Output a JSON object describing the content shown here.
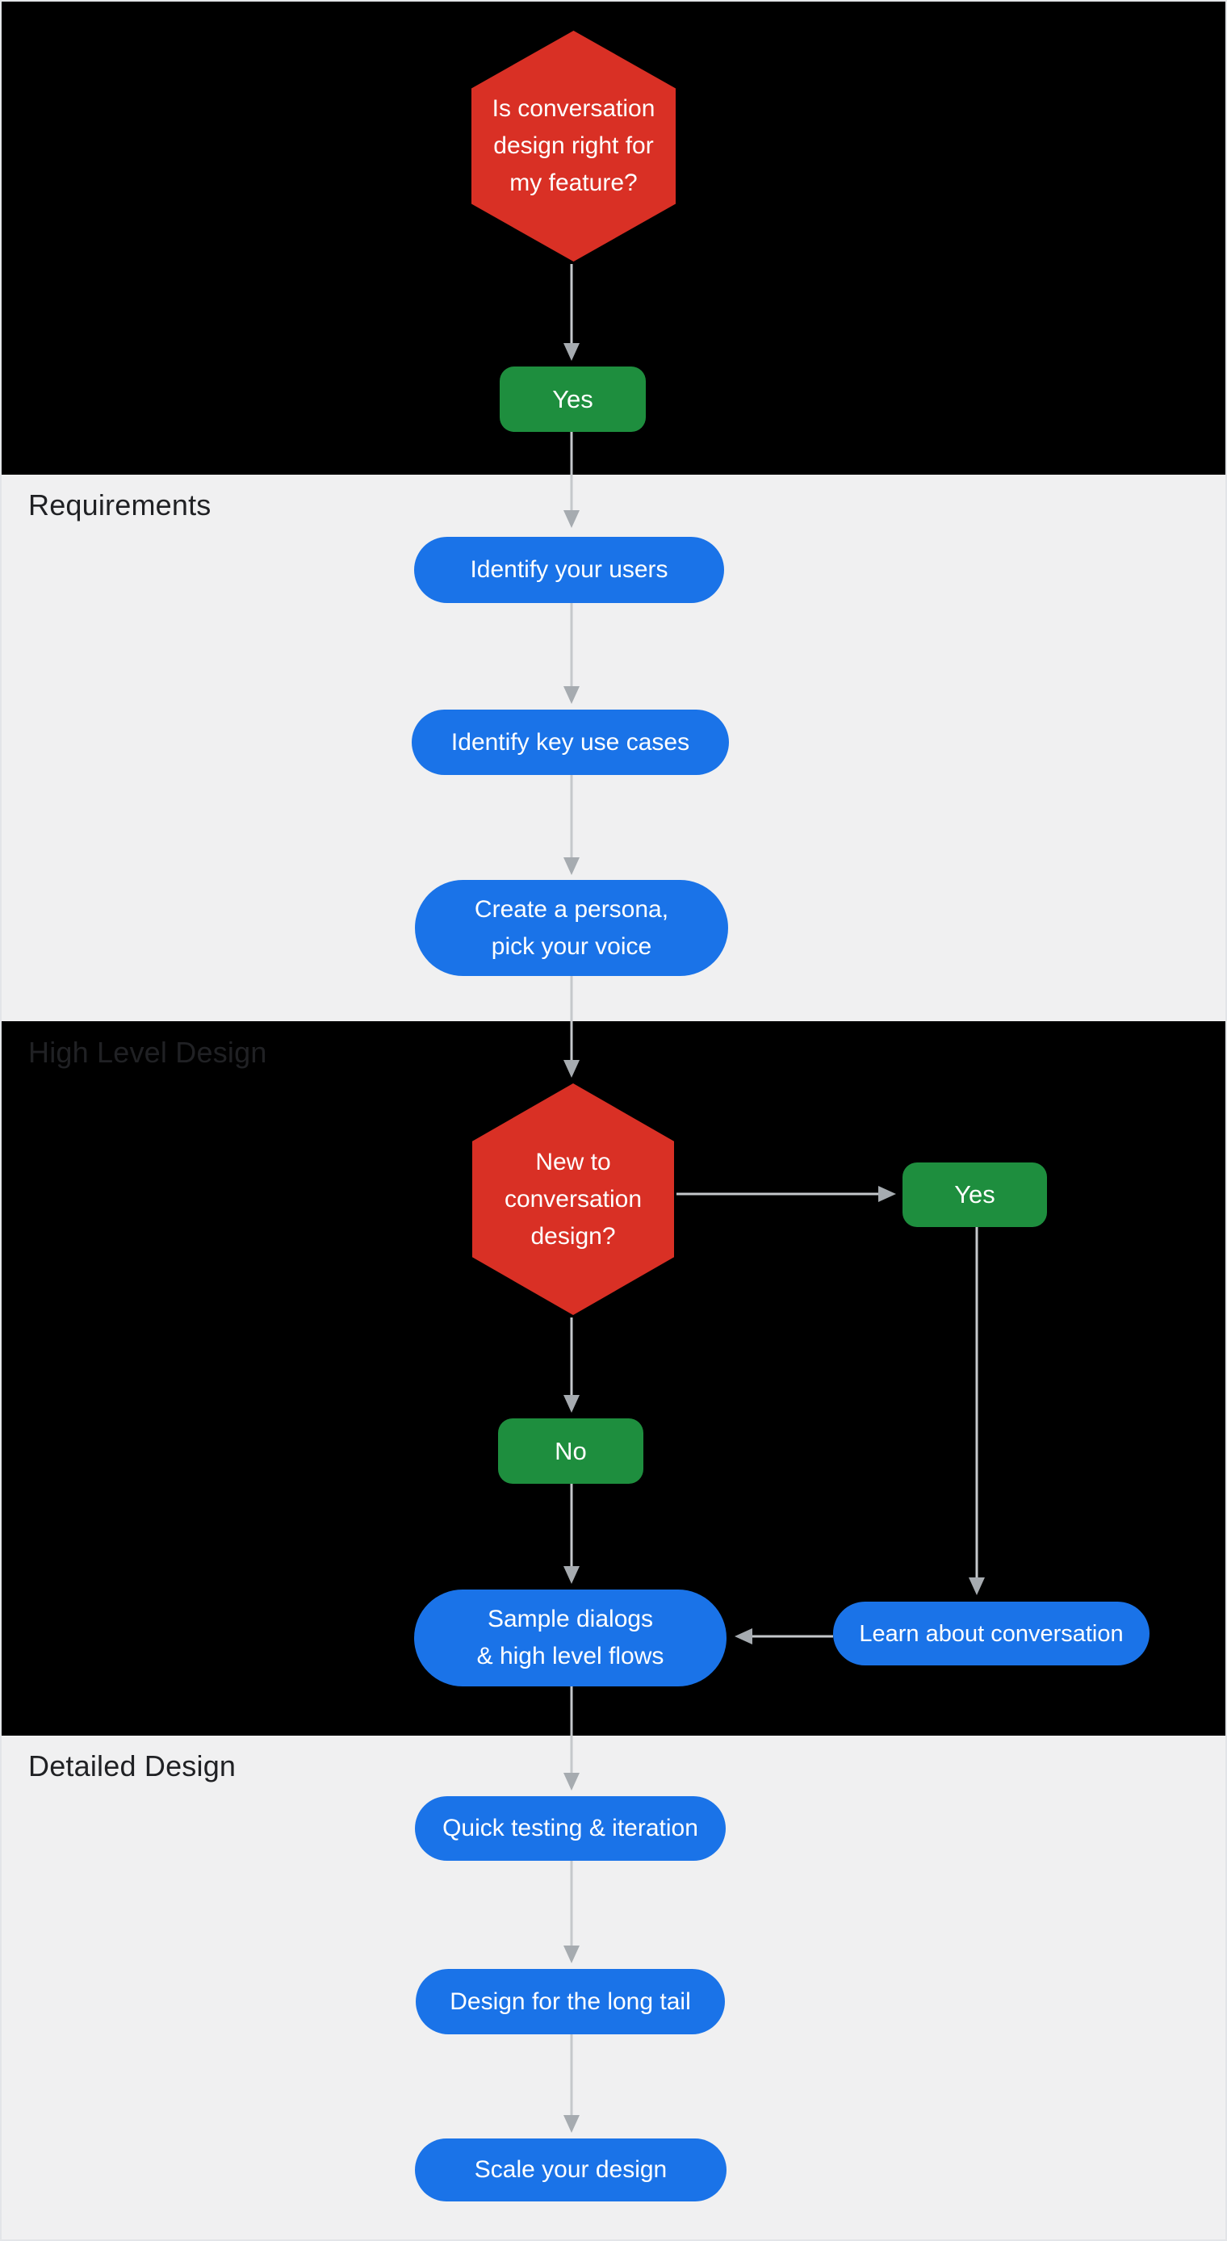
{
  "colors": {
    "decision_red": "#d93025",
    "answer_green": "#1e8e3e",
    "step_blue": "#1a73e8",
    "section_dark": "#000000",
    "section_light": "#f0f0f1",
    "section_label": "#202124",
    "arrow_line": "#c5c8cb",
    "arrow_head": "#a6abb0",
    "node_text": "#ffffff"
  },
  "sections": [
    {
      "id": "intro",
      "label": "",
      "theme": "dark"
    },
    {
      "id": "requirements",
      "label": "Requirements",
      "theme": "light"
    },
    {
      "id": "high_level_design",
      "label": "High Level Design",
      "theme": "dark"
    },
    {
      "id": "detailed_design",
      "label": "Detailed Design",
      "theme": "light"
    }
  ],
  "nodes": {
    "q1": {
      "type": "decision",
      "lines": [
        "Is conversation",
        "design right for",
        "my feature?"
      ]
    },
    "yes1": {
      "type": "answer",
      "label": "Yes"
    },
    "identify_users": {
      "type": "step",
      "label": "Identify your users"
    },
    "key_use_cases": {
      "type": "step",
      "label": "Identify key use cases"
    },
    "persona": {
      "type": "step",
      "lines": [
        "Create a persona,",
        "pick your voice"
      ]
    },
    "q2": {
      "type": "decision",
      "lines": [
        "New to",
        "conversation",
        "design?"
      ]
    },
    "yes2": {
      "type": "answer",
      "label": "Yes"
    },
    "no1": {
      "type": "answer",
      "label": "No"
    },
    "sample_dialogs": {
      "type": "step",
      "lines": [
        "Sample dialogs",
        "& high level flows"
      ]
    },
    "learn": {
      "type": "step",
      "label": "Learn about conversation"
    },
    "quick_testing": {
      "type": "step",
      "label": "Quick testing & iteration"
    },
    "long_tail": {
      "type": "step",
      "label": "Design for the long tail"
    },
    "scale": {
      "type": "step",
      "label": "Scale your design"
    }
  },
  "edges": [
    {
      "from": "q1",
      "to": "yes1"
    },
    {
      "from": "yes1",
      "to": "identify_users"
    },
    {
      "from": "identify_users",
      "to": "key_use_cases"
    },
    {
      "from": "key_use_cases",
      "to": "persona"
    },
    {
      "from": "persona",
      "to": "q2"
    },
    {
      "from": "q2",
      "to": "yes2",
      "side": "right"
    },
    {
      "from": "q2",
      "to": "no1"
    },
    {
      "from": "no1",
      "to": "sample_dialogs"
    },
    {
      "from": "yes2",
      "to": "learn"
    },
    {
      "from": "learn",
      "to": "sample_dialogs",
      "side": "left"
    },
    {
      "from": "sample_dialogs",
      "to": "quick_testing"
    },
    {
      "from": "quick_testing",
      "to": "long_tail"
    },
    {
      "from": "long_tail",
      "to": "scale"
    }
  ]
}
